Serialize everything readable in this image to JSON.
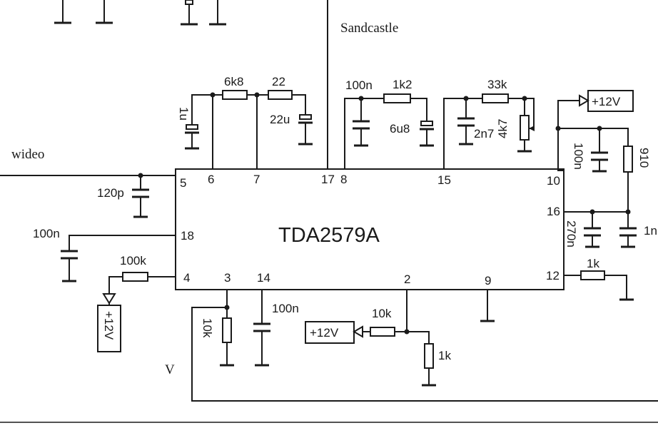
{
  "ic": {
    "name": "TDA2579A"
  },
  "pins": {
    "p2": "2",
    "p3": "3",
    "p4": "4",
    "p5": "5",
    "p6": "6",
    "p7": "7",
    "p8": "8",
    "p9": "9",
    "p10": "10",
    "p12": "12",
    "p14": "14",
    "p15": "15",
    "p16": "16",
    "p17": "17",
    "p18": "18"
  },
  "signals": {
    "video": "wideo",
    "sandcastle": "Sandcastle",
    "v": "V"
  },
  "components": {
    "c_120p": "120p",
    "c_100n_18": "100n",
    "r_100k": "100k",
    "c_1u": "1u",
    "r_6k8": "6k8",
    "r_22": "22",
    "c_22u": "22u",
    "c_100n_8": "100n",
    "r_1k2": "1k2",
    "c_6u8": "6u8",
    "r_33k": "33k",
    "c_2n7": "2n7",
    "p_4k7": "4k7",
    "c_100n_10": "100n",
    "r_910": "910",
    "c_270n": "270n",
    "c_1n": "1n",
    "r_1k_12": "1k",
    "r_10k_3": "10k",
    "c_100n_14": "100n",
    "r_10k_2": "10k",
    "r_1k_2": "1k"
  },
  "supplies": {
    "s1": "+12V",
    "s2": "+12V",
    "s3": "+12V"
  }
}
